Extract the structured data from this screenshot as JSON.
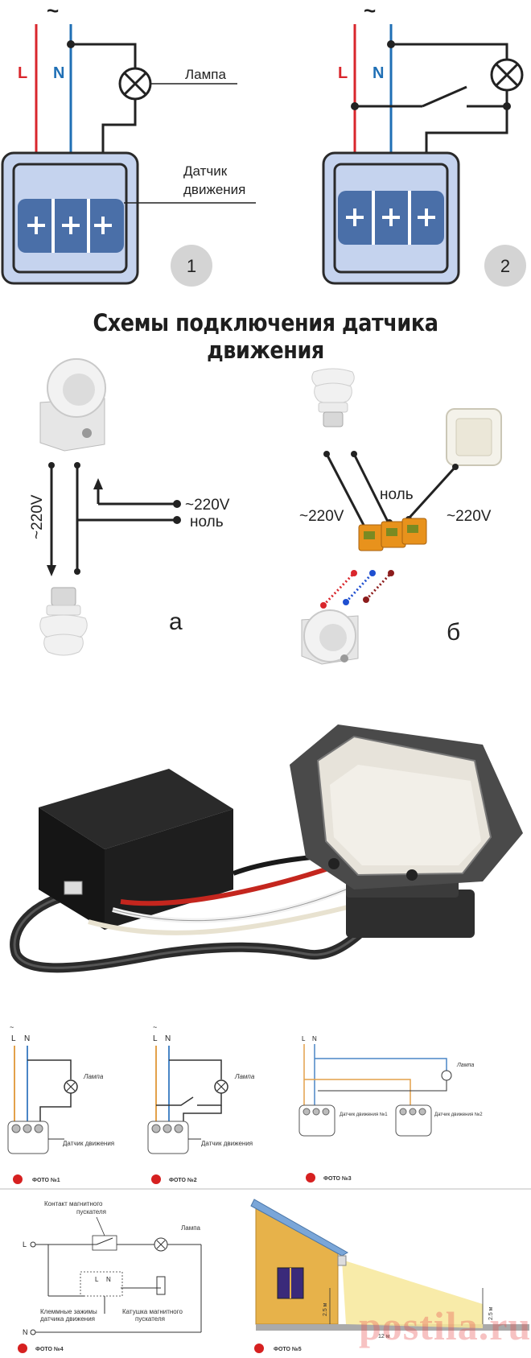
{
  "top_schemes": {
    "tilde": "~",
    "phase_label": "L",
    "neutral_label": "N",
    "lamp_label": "Лампа",
    "sensor_label_line1": "Датчик",
    "sensor_label_line2": "движения",
    "badge1": "1",
    "badge2": "2"
  },
  "title": "Схемы подключения датчика движения",
  "middle": {
    "volt_vertical": "~220V",
    "volt_right": "~220V",
    "neutral_right": "ноль",
    "volt_b_left": "~220V",
    "neutral_b": "ноль",
    "volt_b_right": "~220V",
    "label_a": "а",
    "label_b": "б"
  },
  "small_schemes": {
    "lamp": "Лампа",
    "sensor": "Датчик движения",
    "sensor1": "Датчик движения №1",
    "sensor2": "Датчик движения №2",
    "photo1": "ФОТО №1",
    "photo2": "ФОТО №2",
    "photo3": "ФОТО №3",
    "photo4": "ФОТО №4",
    "photo5": "ФОТО №5",
    "contact_line1": "Контакт магнитного",
    "contact_line2": "пускателя",
    "terminals_line1": "Клеммные зажимы",
    "terminals_line2": "датчика движения",
    "coil_line1": "Катушка магнитного",
    "coil_line2": "пускателя",
    "L": "L",
    "N": "N",
    "height1": "2.5 м",
    "height2": "2.5 м",
    "distance": "12 м"
  },
  "watermark": "postila.ru",
  "colors": {
    "phase": "#d9262c",
    "neutral": "#1f6fb5",
    "sensor_fill": "#c5d3ee",
    "terminal_fill": "#4a6fa8",
    "badge_fill": "#d4d4d4",
    "orange_wire": "#e3a14a",
    "blue_wire": "#4a86c6"
  }
}
